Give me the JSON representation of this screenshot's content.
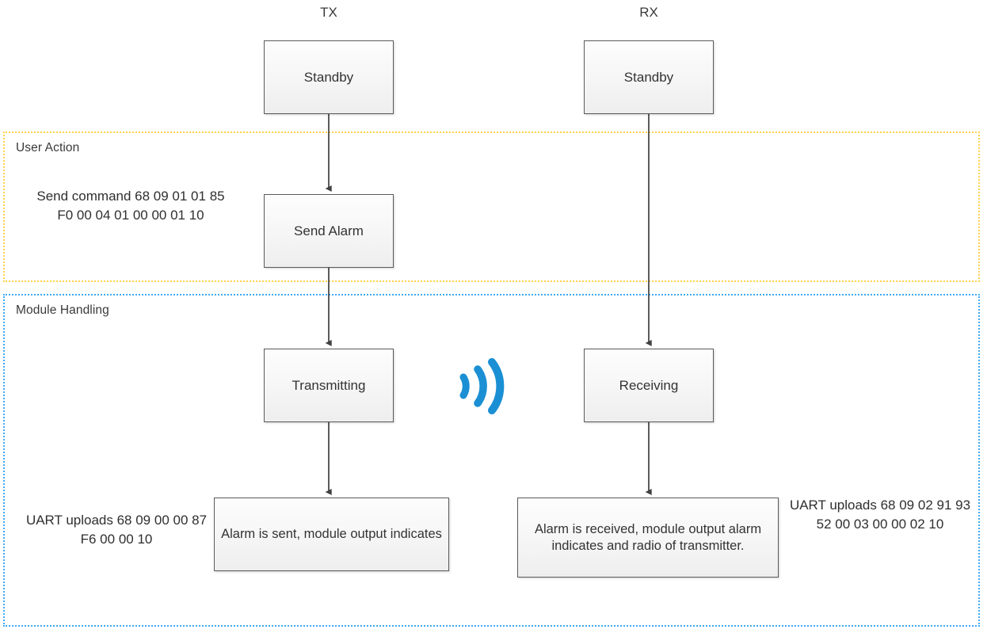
{
  "diagram": {
    "title_tx": "TX",
    "title_rx": "RX",
    "colors": {
      "user_action_border": "#ffd24d",
      "module_handling_border": "#3fa9f5",
      "node_border": "#5a5a5a",
      "radio_icon": "#1b8fd4",
      "connector": "#404040",
      "text": "#3a3a3a"
    },
    "lanes": [
      {
        "name": "user-action",
        "label": "User Action"
      },
      {
        "name": "module-handling",
        "label": "Module Handling"
      }
    ],
    "nodes": {
      "tx_standby": "Standby",
      "rx_standby": "Standby",
      "send_alarm": "Send Alarm",
      "transmitting": "Transmitting",
      "receiving": "Receiving",
      "alarm_sent": "Alarm is sent, module output indicates",
      "alarm_received": "Alarm is received, module output alarm indicates and radio of transmitter."
    },
    "annotations": {
      "send_command": "Send command 68 09 01 01 85 F0 00 04 01 00 00 01 10",
      "uart_uploads_tx": "UART uploads 68 09 00 00 87 F6 00 00 10",
      "uart_uploads_rx": "UART uploads 68 09 02 91 93 52 00 03 00 00 02 10"
    },
    "icons": {
      "radio_wave": "radio-wave-icon"
    }
  }
}
